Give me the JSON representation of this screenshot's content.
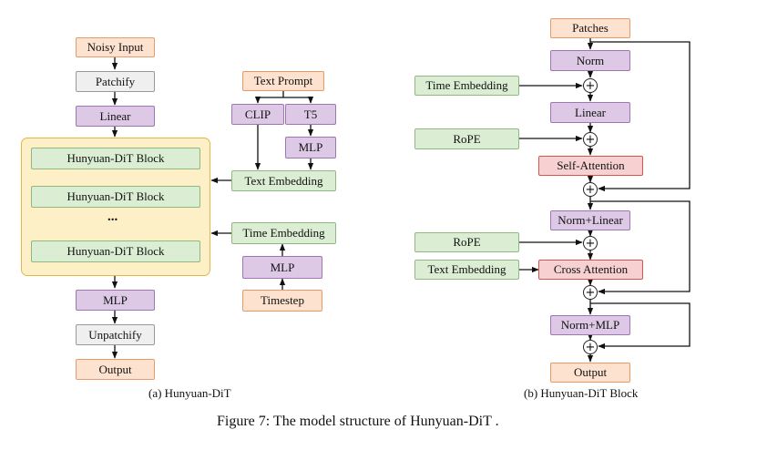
{
  "left_diagram": {
    "noisy_input": "Noisy Input",
    "patchify": "Patchify",
    "linear": "Linear",
    "block_1": "Hunyuan-DiT Block",
    "block_2": "Hunyuan-DiT Block",
    "ellipsis": "...",
    "block_n": "Hunyuan-DiT Block",
    "mlp": "MLP",
    "unpatchify": "Unpatchify",
    "output": "Output",
    "text_prompt": "Text Prompt",
    "clip": "CLIP",
    "t5": "T5",
    "t5_mlp": "MLP",
    "text_embedding": "Text Embedding",
    "time_embedding": "Time Embedding",
    "time_mlp": "MLP",
    "timestep": "Timestep",
    "caption": "(a) Hunyuan-DiT"
  },
  "right_diagram": {
    "patches": "Patches",
    "norm": "Norm",
    "time_embedding": "Time Embedding",
    "linear": "Linear",
    "rope_1": "RoPE",
    "self_attention": "Self-Attention",
    "norm_linear": "Norm+Linear",
    "rope_2": "RoPE",
    "text_embedding": "Text Embedding",
    "cross_attention": "Cross Attention",
    "norm_mlp": "Norm+MLP",
    "output": "Output",
    "plus_symbol": "+",
    "caption": "(b) Hunyuan-DiT Block"
  },
  "figure_caption": "Figure 7: The model structure of Hunyuan-DiT ."
}
